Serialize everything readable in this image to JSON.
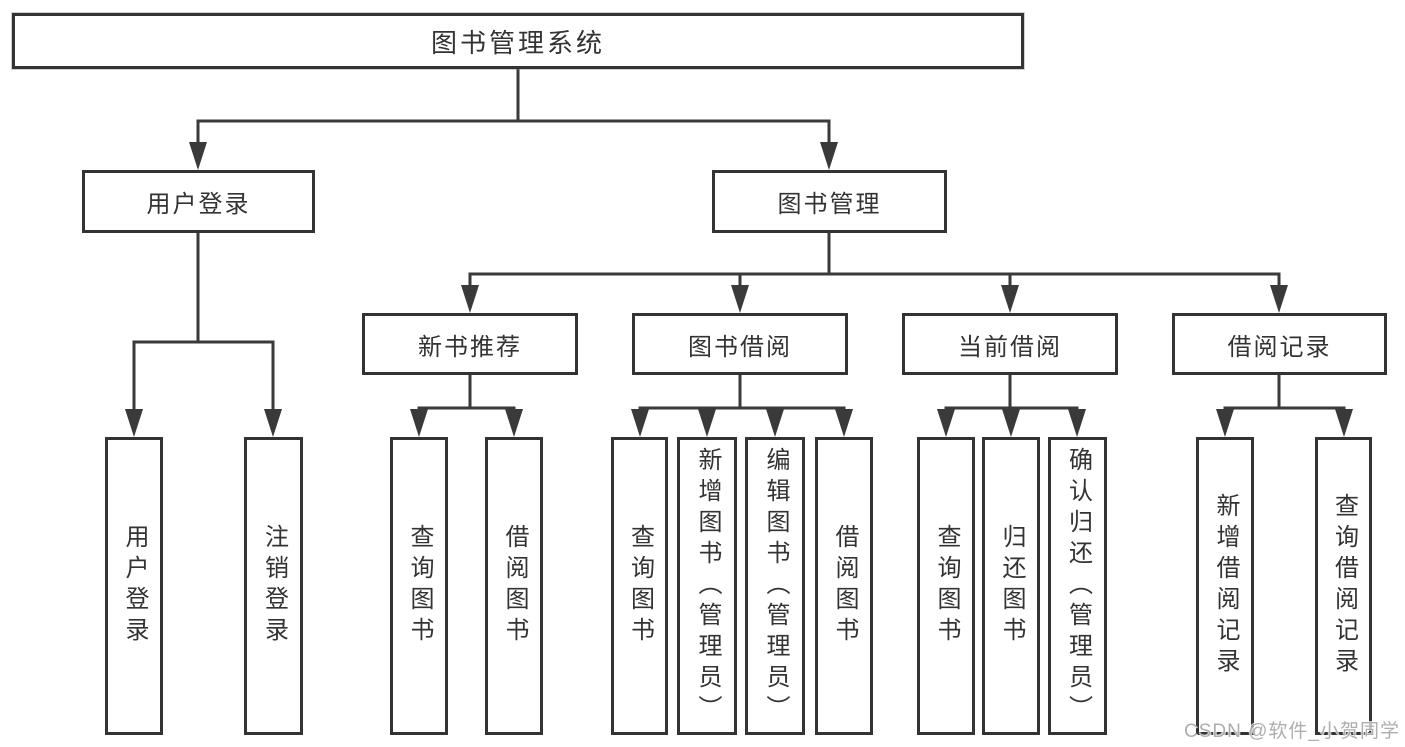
{
  "diagram_title": "图书管理系统",
  "colors": {
    "line": "#3a3a3a",
    "box_border": "#333333",
    "box_fill": "#ffffff",
    "text": "#333333",
    "watermark": "#aeaeae",
    "background": "#ffffff"
  },
  "watermark": {
    "text": "CSDN @软件_小贺同学"
  },
  "tree": {
    "root": {
      "label": "图书管理系统"
    },
    "children": [
      {
        "label": "用户登录",
        "children": [
          {
            "label": "用户登录"
          },
          {
            "label": "注销登录"
          }
        ]
      },
      {
        "label": "图书管理",
        "children": [
          {
            "label": "新书推荐",
            "children": [
              {
                "label": "查询图书"
              },
              {
                "label": "借阅图书"
              }
            ]
          },
          {
            "label": "图书借阅",
            "children": [
              {
                "label": "查询图书"
              },
              {
                "label": "新增图书（管理员）"
              },
              {
                "label": "编辑图书（管理员）"
              },
              {
                "label": "借阅图书"
              }
            ]
          },
          {
            "label": "当前借阅",
            "children": [
              {
                "label": "查询图书"
              },
              {
                "label": "归还图书"
              },
              {
                "label": "确认归还（管理员）"
              }
            ]
          },
          {
            "label": "借阅记录",
            "children": [
              {
                "label": "新增借阅记录"
              },
              {
                "label": "查询借阅记录"
              }
            ]
          }
        ]
      }
    ]
  }
}
